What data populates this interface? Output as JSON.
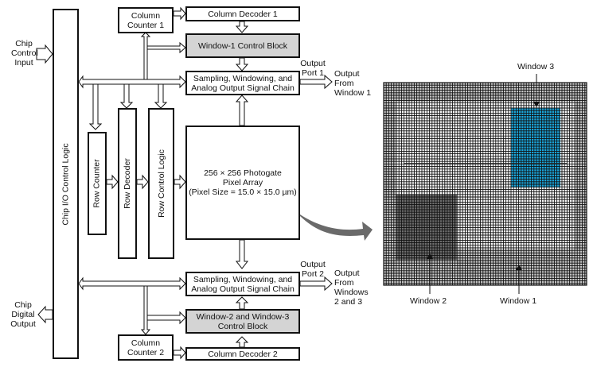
{
  "inputs": {
    "chip_control_input": [
      "Chip",
      "Control",
      "Input"
    ],
    "chip_digital_output": [
      "Chip",
      "Digital",
      "Output"
    ]
  },
  "blocks": {
    "chip_io_control_logic": "Chip I/O Control Logic",
    "column_counter_1": [
      "Column",
      "Counter 1"
    ],
    "column_decoder_1": "Column Decoder 1",
    "window1_control_block": "Window-1 Control Block",
    "signal_chain_1": [
      "Sampling, Windowing, and",
      "Analog Output Signal Chain"
    ],
    "row_counter": "Row Counter",
    "row_decoder": "Row Decoder",
    "row_control_logic": "Row Control Logic",
    "pixel_array": [
      "256 × 256 Photogate",
      "Pixel Array",
      "(Pixel Size = 15.0 × 15.0 µm)"
    ],
    "signal_chain_2": [
      "Sampling, Windowing, and",
      "Analog Output Signal Chain"
    ],
    "window23_control_block": [
      "Window-2 and Window-3",
      "Control Block"
    ],
    "column_counter_2": [
      "Column",
      "Counter 2"
    ],
    "column_decoder_2": "Column Decoder 2"
  },
  "outputs": {
    "port1": [
      "Output",
      "Port 1"
    ],
    "from_window1": [
      "Output",
      "From",
      "Window 1"
    ],
    "port2": [
      "Output",
      "Port 2"
    ],
    "from_windows23": [
      "Output",
      "From",
      "Windows",
      "2 and 3"
    ]
  },
  "pixel_grid": {
    "window1_label": "Window 1",
    "window2_label": "Window 2",
    "window3_label": "Window 3",
    "colors": {
      "outer": "#c8c8c8",
      "window1": "#ffffff",
      "window2": "#6e6e6e",
      "window3": "#1aa7dd",
      "grid_line": "#111111",
      "transfer_arrow": "#6a6a6a",
      "control_block_fill": "#d4d4d4"
    }
  }
}
